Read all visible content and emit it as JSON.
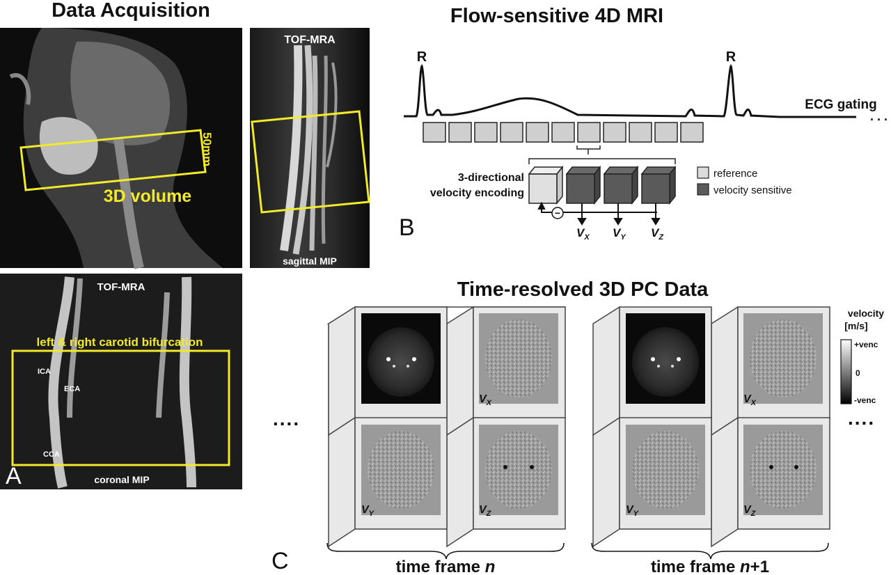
{
  "panel_a": {
    "title": "Data Acquisition",
    "volume_label": "3D volume",
    "thickness_label": "50mm",
    "tof_label": "TOF-MRA",
    "sagittal_mip_label": "sagittal MIP",
    "tof_coronal_label": "TOF-MRA",
    "bifurcation_label": "left & right carotid bifurcation",
    "vessel_labels": [
      "ICA",
      "ECA",
      "CCA"
    ],
    "coronal_mip_label": "coronal MIP",
    "panel_letter": "A"
  },
  "panel_b": {
    "title": "Flow-sensitive 4D MRI",
    "r_peak_labels": [
      "R",
      "R"
    ],
    "ecg_label": "ECG gating",
    "encoding_label_line1": "3-directional",
    "encoding_label_line2": "velocity encoding",
    "legend": [
      {
        "label": "reference",
        "color": "#dcdcdc"
      },
      {
        "label": "velocity sensitive",
        "color": "#5a5a5a"
      }
    ],
    "minus_symbol": "−",
    "velocity_components": [
      {
        "v": "V",
        "sub": "X"
      },
      {
        "v": "V",
        "sub": "Y"
      },
      {
        "v": "V",
        "sub": "Z"
      }
    ],
    "panel_letter": "B"
  },
  "panel_c": {
    "title": "Time-resolved 3D PC Data",
    "ellipsis_left": "....",
    "ellipsis_right": "....",
    "colorbar_title_1": "velocity",
    "colorbar_title_2": "[m/s]",
    "colorbar_ticks": [
      "+venc",
      "0",
      "-venc"
    ],
    "frame_labels": [
      {
        "prefix": "time frame ",
        "italic": "n",
        "suffix": ""
      },
      {
        "prefix": "time frame ",
        "italic": "n",
        "suffix": "+1"
      }
    ],
    "image_labels": [
      {
        "v": "V",
        "sub": "X"
      },
      {
        "v": "V",
        "sub": "Y"
      },
      {
        "v": "V",
        "sub": "Z"
      }
    ],
    "panel_letter": "C"
  }
}
